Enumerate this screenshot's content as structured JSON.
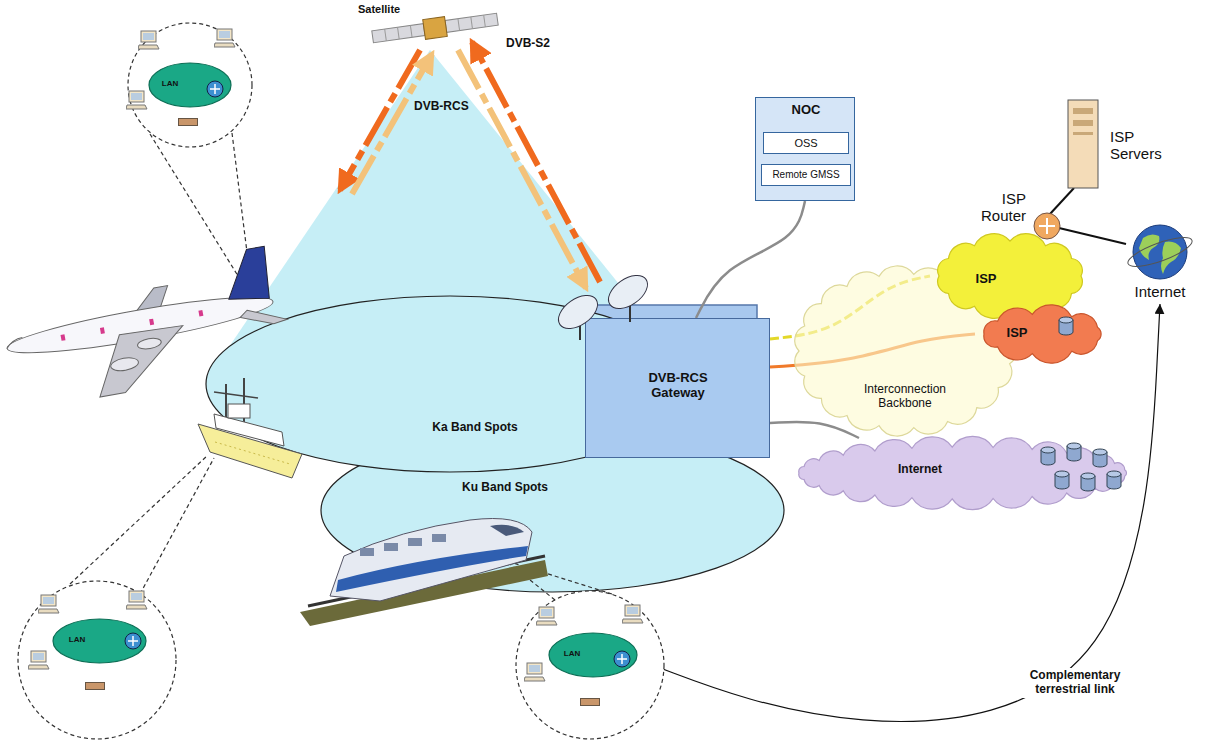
{
  "diagram": {
    "nodes": [
      {
        "text": [
          "NOC"
        ]
      },
      {
        "text": [
          "OSS"
        ],
        "in": 0
      },
      {
        "text": [
          "Remote GMSS"
        ],
        "in": 0
      },
      {
        "text": [
          "ISP"
        ]
      },
      {
        "text": [
          "ISP"
        ]
      },
      {
        "text": [
          "Interconnection Backbone"
        ]
      },
      {
        "text": [
          "LAN"
        ]
      },
      {
        "text": [
          "DVB-RCS Gateway"
        ]
      },
      {
        "text": [
          "Ka Band Spots"
        ]
      },
      {
        "text": [
          "Internet"
        ]
      },
      {
        "text": [
          "Ku Band Spots"
        ]
      },
      {
        "text": [
          "LAN"
        ]
      },
      {
        "text": [
          "LAN"
        ]
      },
      {
        "text": [
          "Internet"
        ]
      }
    ],
    "edges": [
      {
        "from": 7,
        "to": 0,
        "arrow": "none"
      },
      {
        "from": 7,
        "to": 3,
        "arrow": "none"
      },
      {
        "from": 7,
        "to": 4,
        "arrow": "none"
      },
      {
        "from": 7,
        "to": 9,
        "arrow": "none"
      },
      {
        "from": 12,
        "to": 13,
        "arrow": "to",
        "label": "Complementary terrestrial link"
      }
    ],
    "labels": [
      "Satellite",
      "DVB-S2",
      "DVB-RCS",
      "ISP Servers",
      "ISP Router"
    ]
  }
}
